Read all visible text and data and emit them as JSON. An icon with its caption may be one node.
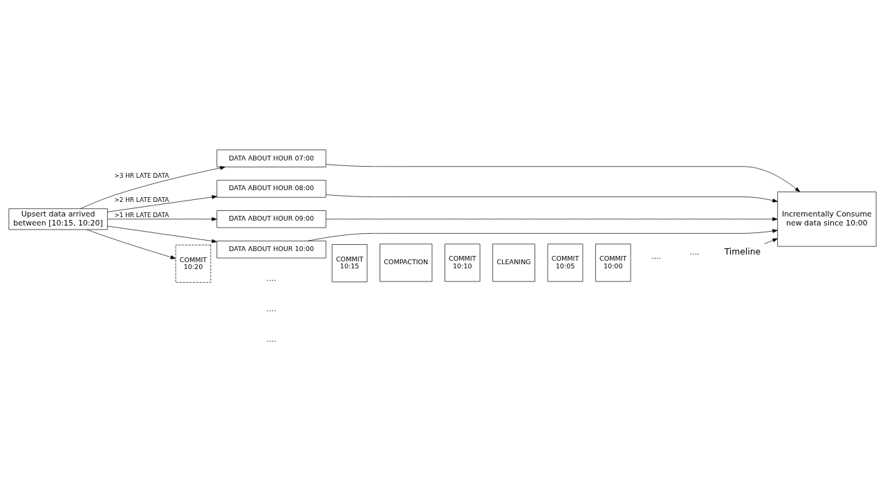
{
  "diagram": {
    "nodes": [
      {
        "text": [
          "Upsert data arrived between [10:15, 10:20]"
        ]
      },
      {
        "text": [
          "DATA ABOUT HOUR 07:00"
        ]
      },
      {
        "text": [
          "DATA ABOUT HOUR 08:00"
        ]
      },
      {
        "text": [
          "DATA ABOUT HOUR 09:00"
        ]
      },
      {
        "text": [
          "DATA ABOUT HOUR 10:00"
        ]
      },
      {
        "text": [
          "Incrementally Consume new data since 10:00"
        ]
      },
      {
        "text": [
          "COMMIT 10:20"
        ]
      },
      {
        "text": [
          "COMMIT 10:15"
        ]
      },
      {
        "text": [
          "COMPACTION"
        ]
      },
      {
        "text": [
          "COMMIT 10:10"
        ]
      },
      {
        "text": [
          "CLEANING"
        ]
      },
      {
        "text": [
          "COMMIT 10:05"
        ]
      },
      {
        "text": [
          "COMMIT 10:00"
        ]
      },
      {
        "text": [
          "Timeline"
        ]
      }
    ],
    "edges": [
      {
        "from": 0,
        "to": 1,
        "arrow": "to",
        "label": ">3 HR LATE DATA"
      },
      {
        "from": 0,
        "to": 2,
        "arrow": "to",
        "label": ">2 HR LATE DATA"
      },
      {
        "from": 0,
        "to": 3,
        "arrow": "to",
        "label": ">1 HR LATE DATA"
      },
      {
        "from": 0,
        "to": 4,
        "arrow": "to"
      },
      {
        "from": 1,
        "to": 5,
        "arrow": "to"
      },
      {
        "from": 2,
        "to": 5,
        "arrow": "to"
      },
      {
        "from": 3,
        "to": 5,
        "arrow": "to"
      },
      {
        "from": 4,
        "to": 5,
        "arrow": "to"
      },
      {
        "from": 0,
        "to": 6,
        "arrow": "to"
      },
      {
        "from": 13,
        "to": 5,
        "arrow": "to"
      }
    ],
    "labels": [
      "....",
      "....",
      "....",
      "....",
      "...."
    ]
  }
}
